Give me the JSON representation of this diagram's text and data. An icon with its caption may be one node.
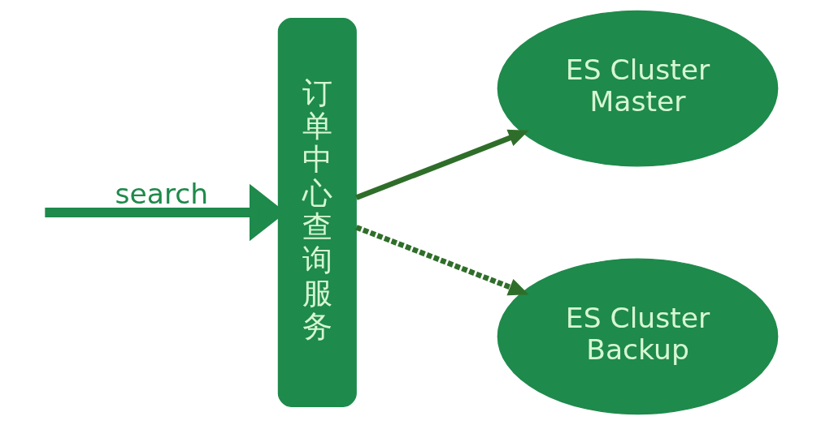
{
  "diagram": {
    "nodes": [
      {
        "text": [
          "订单中心查询服务"
        ]
      },
      {
        "text": [
          "ES Cluster Master"
        ]
      },
      {
        "text": [
          "ES Cluster Backup"
        ]
      }
    ],
    "edges": [
      {
        "from": null,
        "to": 0,
        "arrow": "to",
        "label": "search",
        "style": "thick",
        "color": "#1e8a4b"
      },
      {
        "from": 0,
        "to": 1,
        "arrow": "to"
      },
      {
        "from": 0,
        "to": 2,
        "arrow": "to",
        "style": "dashed"
      }
    ]
  }
}
